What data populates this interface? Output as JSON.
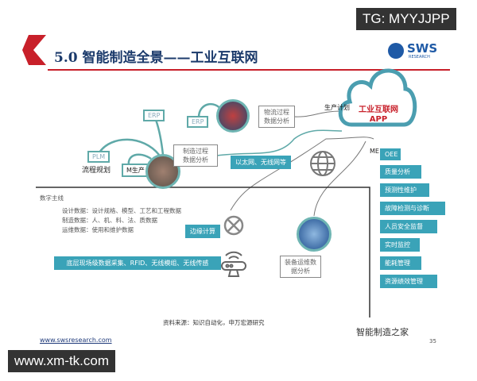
{
  "watermarks": {
    "top": "TG: MYYJJPP",
    "bottom": "www.xm-tk.com",
    "wechat": "智能制造之家"
  },
  "header": {
    "title": "5.0 智能制造全景——工业互联网",
    "logo": "SWS",
    "logo_sub": "RESEARCH"
  },
  "diagram": {
    "erp1": "ERP",
    "erp2": "ERP",
    "plm": "PLM",
    "process_planning": "流程规划",
    "production": "M生产",
    "manufacturing_analysis": [
      "制造过程",
      "数据分析"
    ],
    "logistics_analysis": [
      "物流过程",
      "数据分析"
    ],
    "cloud": [
      "工业互联网",
      "APP"
    ],
    "production_plan": "生产计划",
    "me": "ME",
    "network": "以太网、无线网等",
    "apps": [
      "OEE",
      "质量分析",
      "预测性维护",
      "故障检测与诊断",
      "人员安全监督",
      "实时监控",
      "能耗管理",
      "资源绩效管理"
    ],
    "digital_thread": {
      "title": "数字主线",
      "lines": [
        "设计数据：设计规格、模型、工艺和工程数据",
        "制造数据：人、机、料、法、质数据",
        "运维数据：使用和维护数据"
      ]
    },
    "edge": "边缘计算",
    "field": "底层现场级数据采集、RFID、无线模组、无线传感",
    "equipment_analysis": [
      "装备运维数",
      "据分析"
    ]
  },
  "footer": {
    "source": "资料来源：知识自动化，申万宏源研究",
    "url": "www.swsresearch.com",
    "page": "35"
  }
}
